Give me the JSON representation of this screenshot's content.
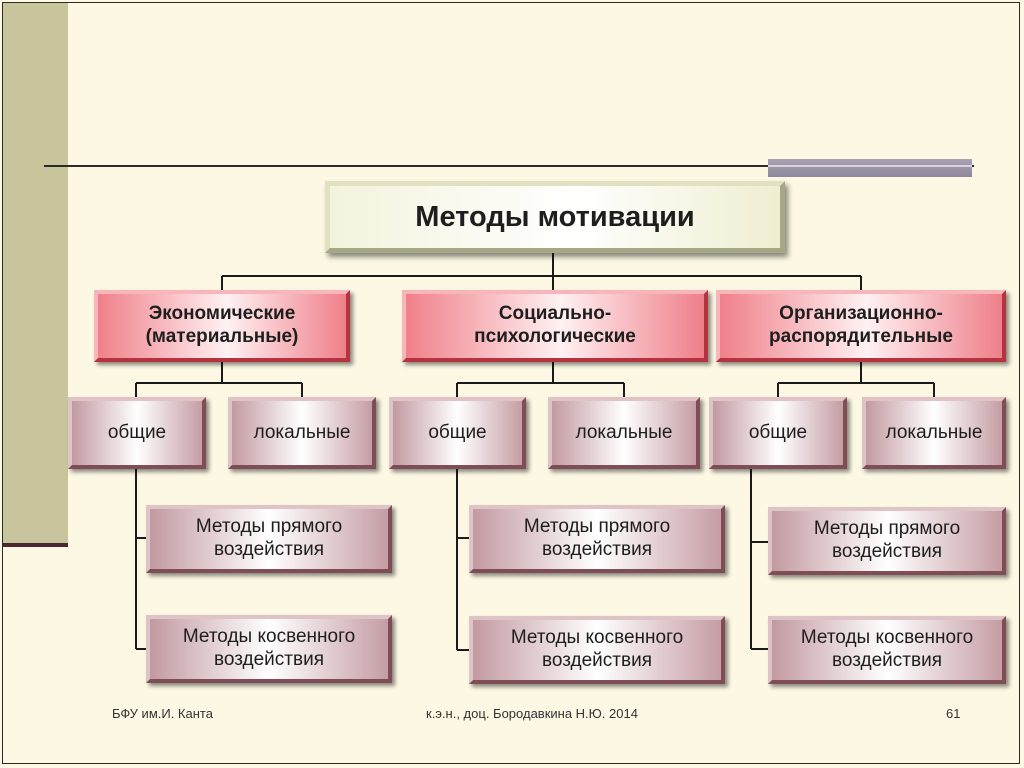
{
  "title": "Методы мотивации",
  "categories": [
    {
      "line1": "Экономические",
      "line2": "(материальные)"
    },
    {
      "line1": "Социально-",
      "line2": "психологические"
    },
    {
      "line1": "Организационно-",
      "line2": "распорядительные"
    }
  ],
  "subtypes": {
    "general": "общие",
    "local": "локальные"
  },
  "methods": {
    "direct": {
      "line1": "Методы прямого",
      "line2": "воздействия"
    },
    "indirect": {
      "line1": "Методы косвенного",
      "line2": "воздействия"
    }
  },
  "footer": {
    "left": "БФУ им.И. Канта",
    "center": "к.э.н., доц. Бородавкина Н.Ю. 2014",
    "page": "61"
  },
  "colors": {
    "background": "#fcf8e4",
    "category_accent": "#ef7f8a",
    "subtype_accent": "#c29aa1",
    "left_bar": "#c8c49c"
  }
}
